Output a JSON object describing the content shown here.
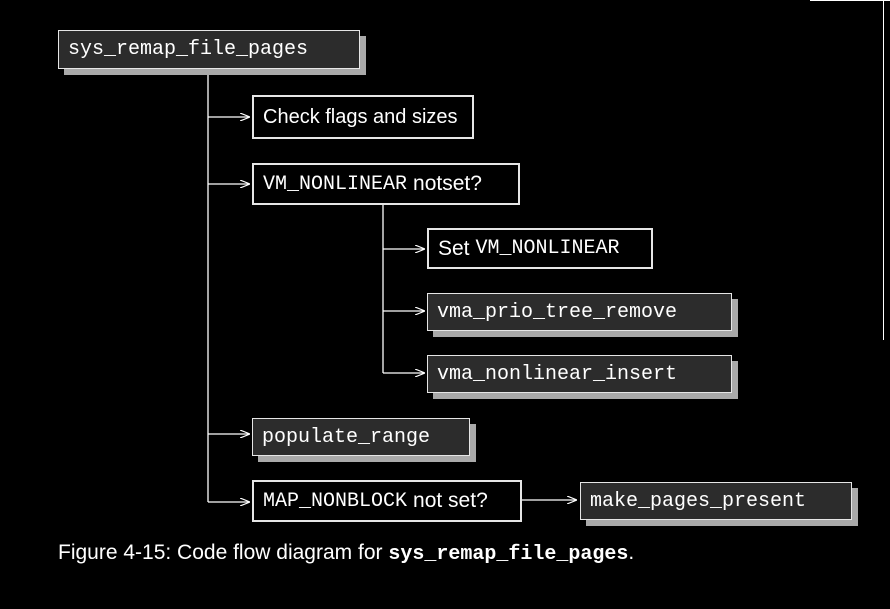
{
  "diagram": {
    "root": {
      "label": "sys_remap_file_pages"
    },
    "check_flags": {
      "label": "Check flags and sizes"
    },
    "vm_nonlinear_check": {
      "code": "VM_NONLINEAR",
      "text": "notset?"
    },
    "set_vm_nonlinear": {
      "text": "Set",
      "code": "VM_NONLINEAR"
    },
    "vma_prio_tree_remove": {
      "label": "vma_prio_tree_remove"
    },
    "vma_nonlinear_insert": {
      "label": "vma_nonlinear_insert"
    },
    "populate_range": {
      "label": "populate_range"
    },
    "map_nonblock_check": {
      "code": "MAP_NONBLOCK",
      "text": "not set?"
    },
    "make_pages_present": {
      "label": "make_pages_present"
    }
  },
  "caption": {
    "prefix": "Figure 4-15: Code flow diagram for",
    "code": "sys_remap_file_pages",
    "suffix": "."
  }
}
